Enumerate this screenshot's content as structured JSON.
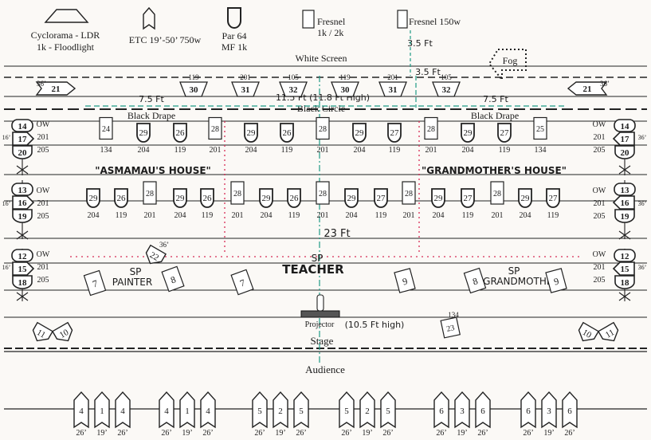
{
  "legend": {
    "cyclorama": [
      "Cyclorama - LDR",
      "1k - Floodlight"
    ],
    "etc": [
      "ETC 19’-50’ 750w"
    ],
    "par": [
      "Par 64",
      "MF 1k"
    ],
    "fresnel_2k": [
      "Fresnel",
      "1k / 2k"
    ],
    "fresnel_150": [
      "Fresnel 150w"
    ]
  },
  "labels": {
    "white_screen": "White Screen",
    "black_circle": "Black Circle",
    "black_drape_left": "Black Drape",
    "black_drape_right": "Black Drape",
    "stage": "Stage",
    "audience": "Audience",
    "projector": "Projector",
    "fog": "Fog"
  },
  "annotations": {
    "dist_3_5a": "3.5 Ft",
    "dist_3_5b": "3.5 Ft",
    "dist_7_5_left": "7.5 Ft",
    "dist_11_5": "11.5 Ft (11.8 Ft High)",
    "dist_7_5_right": "7.5 Ft",
    "dist_23": "23 Ft",
    "proj_high": "(10.5 Ft high)",
    "asmamaus": "\"ASMAMAU'S HOUSE\"",
    "grandmothers": "\"GRANDMOTHER'S HOUSE\"",
    "sp1": "SP",
    "painter": "PAINTER",
    "sp2": "SP",
    "teacher": "TEACHER",
    "sp3": "SP",
    "grandmother": "GRANDMOTHER"
  },
  "row1_fixtures": [
    {
      "num": "21",
      "sub": "36’"
    },
    {
      "num": "30",
      "sub": "119"
    },
    {
      "num": "31",
      "sub": "201"
    },
    {
      "num": "32",
      "sub": "105"
    },
    {
      "num": "30",
      "sub": "119"
    },
    {
      "num": "31",
      "sub": "201"
    },
    {
      "num": "32",
      "sub": "105"
    },
    {
      "num": "21",
      "sub": "36’"
    }
  ],
  "row2_fixtures": [
    {
      "num": "24",
      "sub": "134"
    },
    {
      "num": "29",
      "sub": "204"
    },
    {
      "num": "26",
      "sub": "119"
    },
    {
      "num": "28",
      "sub": "201"
    },
    {
      "num": "29",
      "sub": "204"
    },
    {
      "num": "26",
      "sub": "119"
    },
    {
      "num": "28",
      "sub": "201"
    },
    {
      "num": "29",
      "sub": "204"
    },
    {
      "num": "27",
      "sub": "119"
    },
    {
      "num": "28",
      "sub": "201"
    },
    {
      "num": "29",
      "sub": "204"
    },
    {
      "num": "27",
      "sub": "119"
    },
    {
      "num": "25",
      "sub": "134"
    }
  ],
  "row3_fixtures": [
    {
      "num": "29",
      "sub": "204"
    },
    {
      "num": "26",
      "sub": "119"
    },
    {
      "num": "28",
      "sub": "201"
    },
    {
      "num": "29",
      "sub": "204"
    },
    {
      "num": "26",
      "sub": "119"
    },
    {
      "num": "28",
      "sub": "201"
    },
    {
      "num": "29",
      "sub": "204"
    },
    {
      "num": "26",
      "sub": "119"
    },
    {
      "num": "28",
      "sub": "201"
    },
    {
      "num": "29",
      "sub": "204"
    },
    {
      "num": "27",
      "sub": "119"
    },
    {
      "num": "28",
      "sub": "201"
    },
    {
      "num": "29",
      "sub": "204"
    },
    {
      "num": "27",
      "sub": "119"
    },
    {
      "num": "28",
      "sub": "201"
    },
    {
      "num": "29",
      "sub": "204"
    },
    {
      "num": "27",
      "sub": "119"
    }
  ],
  "booms": {
    "left_a": [
      "14",
      "17",
      "20"
    ],
    "right_a": [
      "14",
      "17",
      "20"
    ],
    "left_b": [
      "13",
      "16",
      "19"
    ],
    "right_b": [
      "13",
      "16",
      "19"
    ],
    "left_c": [
      "12",
      "15",
      "18"
    ],
    "right_c": [
      "12",
      "15",
      "18"
    ],
    "gels": [
      "OW",
      "201",
      "205"
    ],
    "side": "16’",
    "side_r": "36’"
  },
  "stage_floor": [
    {
      "num": "7"
    },
    {
      "num": "8"
    },
    {
      "num": "7"
    },
    {
      "num": "9"
    },
    {
      "num": "8"
    },
    {
      "num": "9"
    }
  ],
  "specials": {
    "s22": "22",
    "s22_angle": "36’",
    "s23": "23",
    "s23_gel": "134",
    "foh_left": [
      "11",
      "10"
    ],
    "foh_right": [
      "10",
      "11"
    ]
  },
  "audience_groups": [
    {
      "nums": [
        "4",
        "1",
        "4"
      ],
      "subs": [
        "26’",
        "19’",
        "26’"
      ]
    },
    {
      "nums": [
        "4",
        "1",
        "4"
      ],
      "subs": [
        "26’",
        "19’",
        "26’"
      ]
    },
    {
      "nums": [
        "5",
        "2",
        "5"
      ],
      "subs": [
        "26’",
        "19’",
        "26’"
      ]
    },
    {
      "nums": [
        "5",
        "2",
        "5"
      ],
      "subs": [
        "26’",
        "19’",
        "26’"
      ]
    },
    {
      "nums": [
        "6",
        "3",
        "6"
      ],
      "subs": [
        "26’",
        "19’",
        "26’"
      ]
    },
    {
      "nums": [
        "6",
        "3",
        "6"
      ],
      "subs": [
        "26’",
        "19’",
        "26’"
      ]
    }
  ]
}
